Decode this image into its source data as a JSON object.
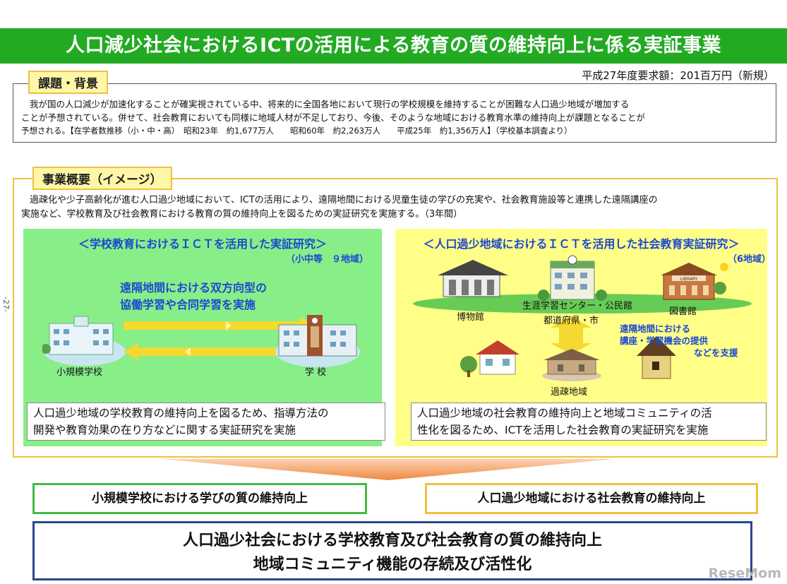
{
  "title": "人口減少社会におけるICTの活用による教育の質の維持向上に係る実証事業",
  "budget": "平成27年度要求額：201百万円（新規）",
  "issues": {
    "label": "課題・背景",
    "lines": [
      "我が国の人口減少が加速化することが確実視されている中、将来的に全国各地において現行の学校規模を維持することが困難な人口過少地域が増加する",
      "ことが予想されている。併せて、社会教育においても同様に地域人材が不足しており、今後、そのような地域における教育水準の維持向上が課題となることが",
      "予想される。【在学者数推移（小・中・高）　昭和23年　約1,677万人　　昭和60年　約2,263万人　　平成25年　約1,356万人】（学校基本調査より）"
    ]
  },
  "overview": {
    "label": "事業概要（イメージ）",
    "lines": [
      "過疎化や少子高齢化が進む人口過少地域において、ICTの活用により、遠隔地間における児童生徒の学びの充実や、社会教育施設等と連携した遠隔講座の",
      "実施など、学校教育及び社会教育における教育の質の維持向上を図るための実証研究を実施する。（3年間）"
    ]
  },
  "school_panel": {
    "heading": "＜学校教育におけるＩＣＴを活用した実証研究＞",
    "sub": "（小中等　９地域）",
    "callout_lines": [
      "遠隔地間における双方向型の",
      "協働学習や合同学習を実施"
    ],
    "small_school": "小規模学校",
    "school": "学 校",
    "desc_lines": [
      "人口過少地域の学校教育の維持向上を図るため、指導方法の",
      "開発や教育効果の在り方などに関する実証研究を実施"
    ]
  },
  "social_panel": {
    "heading": "＜人口過少地域におけるＩＣＴを活用した社会教育実証研究＞",
    "sub": "（6地域）",
    "museum": "博物館",
    "center": "生涯学習センター・公民館",
    "library": "図書館",
    "library_sign": "LIBRARY",
    "pref": "都道府県・市",
    "callout_lines": [
      "遠隔地間における",
      "講座・学習機会の提供",
      "などを支援"
    ],
    "depopulated": "過疎地域",
    "desc_lines": [
      "人口過少地域の社会教育の維持向上と地域コミュニティの活",
      "性化を図るため、ICTを活用した社会教育の実証研究を実施"
    ]
  },
  "outcomes": {
    "left": "小規模学校における学びの質の維持向上",
    "right": "人口過少地域における社会教育の維持向上"
  },
  "conclusion": {
    "line1": "人口過少社会における学校教育及び社会教育の質の維持向上",
    "line2": "地域コミュニティ機能の存続及び活性化"
  },
  "page_number": "-27-",
  "watermark": "ReseMom",
  "colors": {
    "title_bar": "#22aa22",
    "school_panel": "#88ee88",
    "social_panel": "#ffff88",
    "heading_blue": "#1c48d0",
    "frame_gold": "#f0c040",
    "arrow_yellow": "#f5d830",
    "outcome_orange": "#f39a52"
  }
}
